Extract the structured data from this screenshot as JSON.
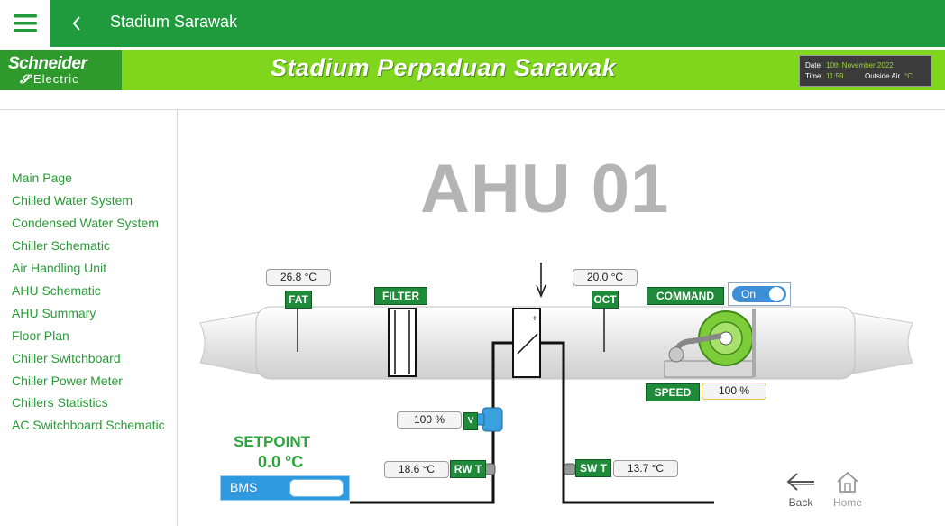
{
  "header": {
    "title": "Stadium Sarawak"
  },
  "banner": {
    "logo_line1": "Schneider",
    "logo_line2": "Electric",
    "title": "Stadium Perpaduan Sarawak",
    "date_label": "Date",
    "date_value": "10th November 2022",
    "time_label": "Time",
    "time_value": "11:59",
    "outside_air_label": "Outside Air",
    "outside_air_unit": "°C"
  },
  "nav": {
    "items": [
      "Main Page",
      "Chilled Water System",
      "Condensed Water System",
      "Chiller Schematic",
      "Air Handling Unit",
      "AHU Schematic",
      "AHU Summary",
      "Floor Plan",
      "Chiller Switchboard",
      "Chiller Power Meter",
      "Chillers Statistics",
      "AC Switchboard Schematic"
    ]
  },
  "schematic": {
    "title": "AHU 01",
    "fat_value": "26.8 °C",
    "fat_label": "FAT",
    "filter_label": "FILTER",
    "oct_value": "20.0 °C",
    "oct_label": "OCT",
    "command_label": "COMMAND",
    "command_state": "On",
    "speed_label": "SPEED",
    "speed_value": "100 %",
    "valve_value": "100 %",
    "valve_label": "V",
    "rwt_value": "18.6 °C",
    "rwt_label": "RW T",
    "swt_label": "SW T",
    "swt_value": "13.7 °C"
  },
  "setpoint": {
    "label": "SETPOINT",
    "value": "0.0 °C",
    "button_label": "BMS"
  },
  "footer_nav": {
    "back_label": "Back",
    "home_label": "Home"
  },
  "colors": {
    "header_green": "#1f9a3d",
    "banner_lime": "#7fd61d",
    "nav_green": "#2a9a38",
    "tag_green": "#1f8a3a"
  }
}
